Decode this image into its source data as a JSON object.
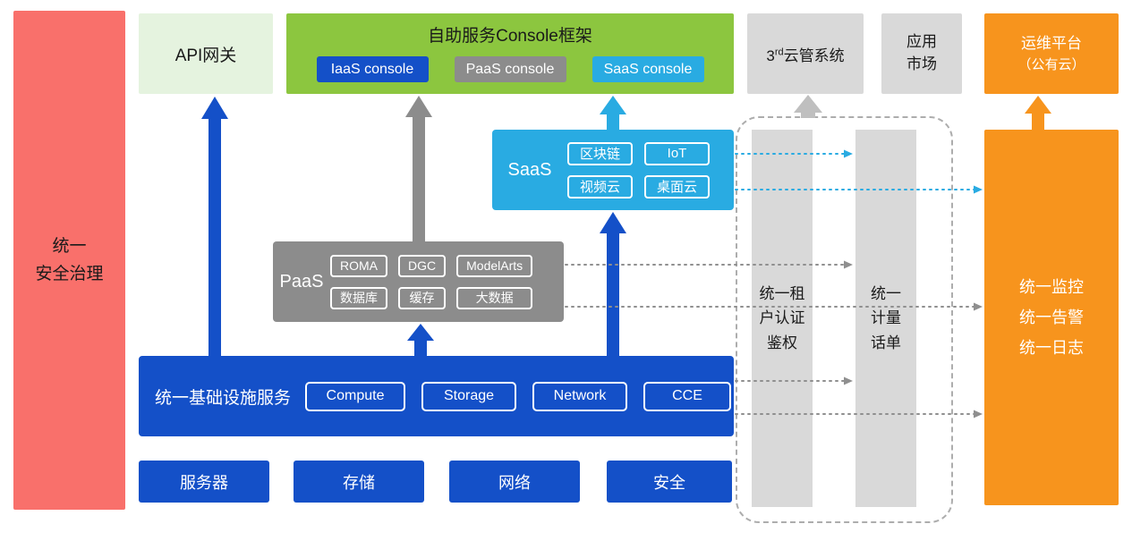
{
  "colors": {
    "deep_blue": "#1450C8",
    "cyan": "#29ABE2",
    "gray": "#8C8C8C",
    "light_gray": "#D9D9D9",
    "green": "#8CC63F",
    "light_green": "#E5F3DF",
    "orange": "#F7941D",
    "red": "#F9706B"
  },
  "security_bar": {
    "line1": "统一",
    "line2": "安全治理"
  },
  "api_gateway": {
    "label": "API网关"
  },
  "console_frame": {
    "title": "自助服务Console框架",
    "iaas": "IaaS console",
    "paas": "PaaS console",
    "saas": "SaaS console"
  },
  "third_party": {
    "num": "3",
    "sup": "rd",
    "text": "云管系统"
  },
  "app_market": {
    "line1": "应用",
    "line2": "市场"
  },
  "om_platform": {
    "line1": "运维平台",
    "line2": "（公有云）"
  },
  "saas_box": {
    "label": "SaaS",
    "items": [
      "区块链",
      "IoT",
      "视频云",
      "桌面云"
    ]
  },
  "paas_box": {
    "label": "PaaS",
    "items": [
      "ROMA",
      "DGC",
      "ModelArts",
      "数据库",
      "缓存",
      "大数据"
    ]
  },
  "infra_box": {
    "label": "统一基础设施服务",
    "items": [
      "Compute",
      "Storage",
      "Network",
      "CCE"
    ]
  },
  "hardware_row": [
    "服务器",
    "存储",
    "网络",
    "安全"
  ],
  "auth_bar": {
    "line1": "统一租",
    "line2": "户认证",
    "line3": "鉴权"
  },
  "billing_bar": {
    "line1": "统一",
    "line2": "计量",
    "line3": "话单"
  },
  "monitor_bar": {
    "line1": "统一监控",
    "line2": "统一告警",
    "line3": "统一日志"
  }
}
